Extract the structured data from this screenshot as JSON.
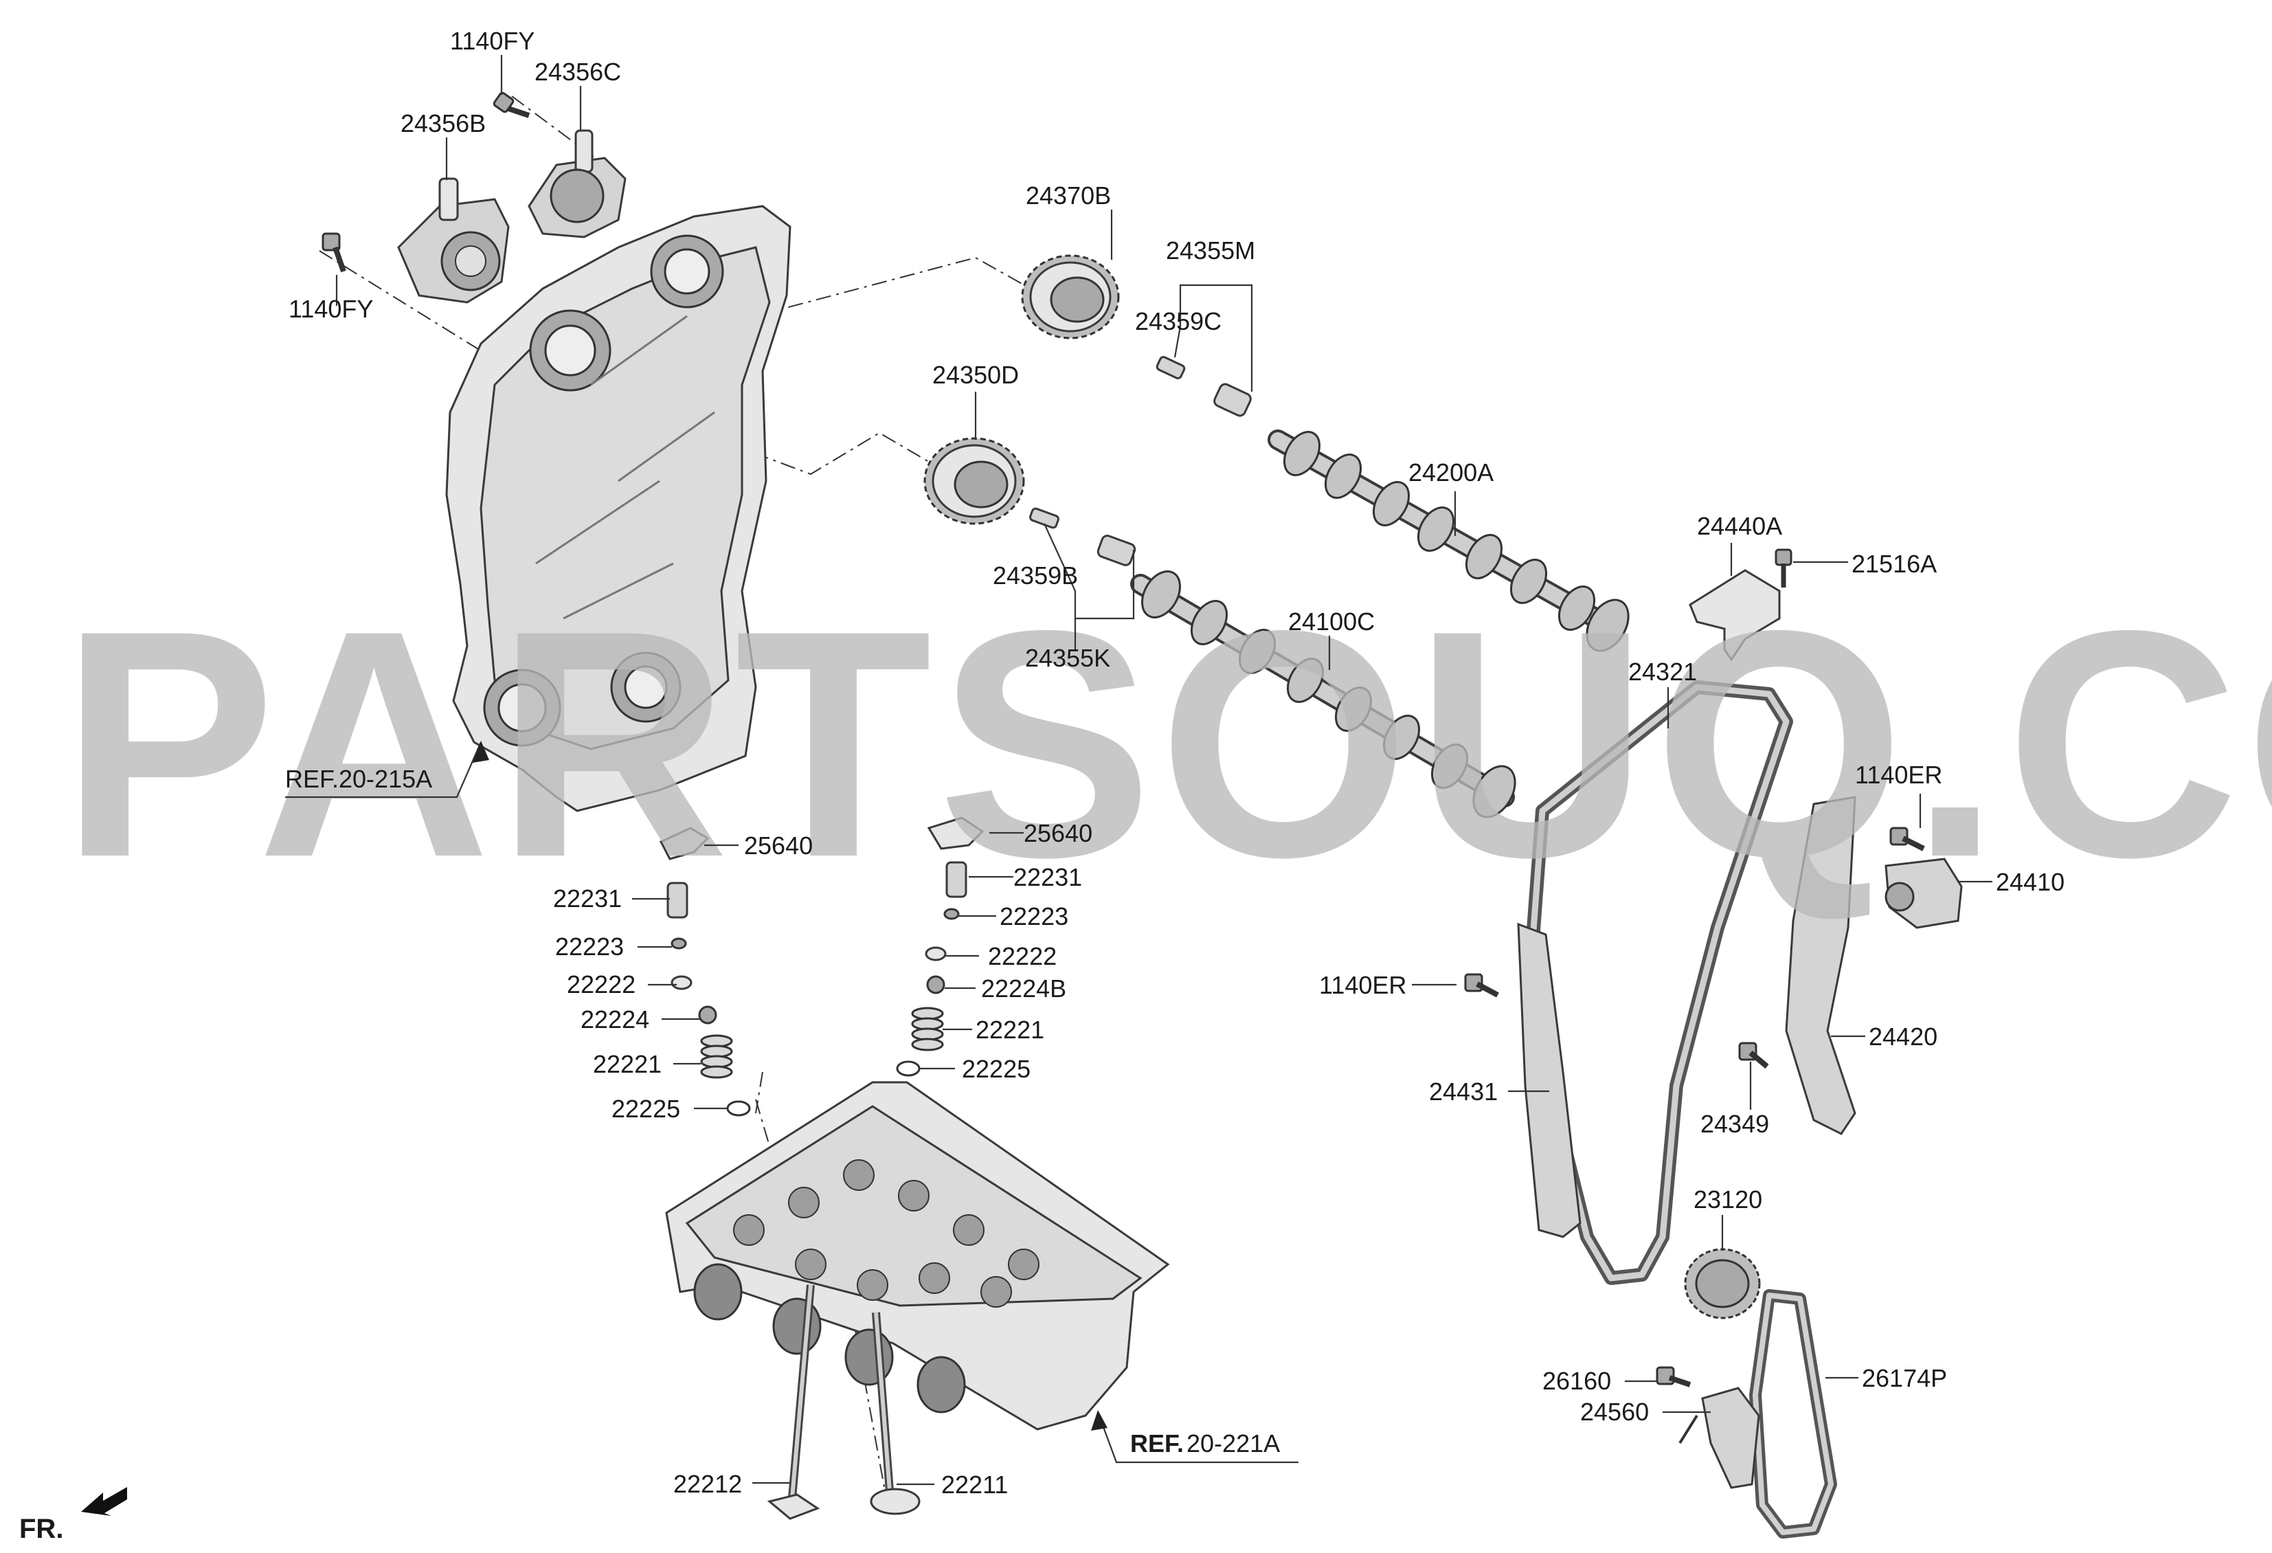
{
  "watermark": "PARTSOUQ.COM",
  "front_indicator": "FR.",
  "ref_labels": {
    "ref1": "REF.20-215A",
    "ref2_bold": "REF.",
    "ref2_rest": "20-221A"
  },
  "part_labels": {
    "p1140fy_top": "1140FY",
    "p24356c": "24356C",
    "p24356b": "24356B",
    "p1140fy_left": "1140FY",
    "p24370b": "24370B",
    "p24355m": "24355M",
    "p24359c": "24359C",
    "p24350d": "24350D",
    "p24200a": "24200A",
    "p24440a": "24440A",
    "p21516a": "21516A",
    "p24359b": "24359B",
    "p24100c": "24100C",
    "p24355k": "24355K",
    "p24321": "24321",
    "p1140er_right": "1140ER",
    "p24410": "24410",
    "p25640_left": "25640",
    "p25640_right": "25640",
    "p22231_left": "22231",
    "p22231_right": "22231",
    "p22223_left": "22223",
    "p22223_right": "22223",
    "p22222_left": "22222",
    "p22222_right": "22222",
    "p22224": "22224",
    "p22224b": "22224B",
    "p22221_left": "22221",
    "p22221_right": "22221",
    "p22225_left": "22225",
    "p22225_right": "22225",
    "p1140er_left": "1140ER",
    "p24420": "24420",
    "p24431": "24431",
    "p24349": "24349",
    "p23120": "23120",
    "p26160": "26160",
    "p26174p": "26174P",
    "p24560": "24560",
    "p22212": "22212",
    "p22211": "22211"
  }
}
